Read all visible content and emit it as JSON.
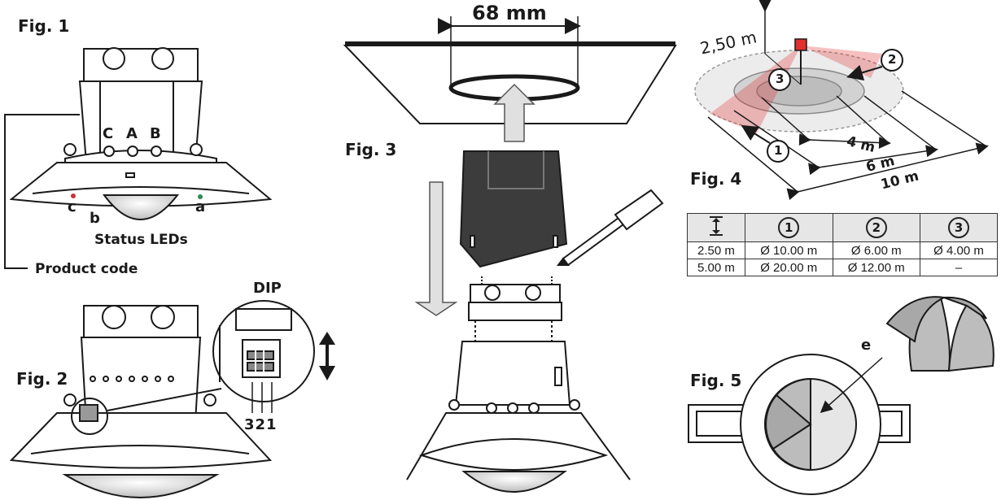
{
  "fig1": {
    "title": "Fig. 1",
    "screw_labels": [
      "C",
      "A",
      "B"
    ],
    "led_labels": [
      "c",
      "b",
      "a"
    ],
    "status_leds": "Status LEDs",
    "product_code": "Product code",
    "led_colors": {
      "c": "#cc3333",
      "a": "#2e8b57"
    }
  },
  "fig2": {
    "title": "Fig. 2",
    "dip_label": "DIP",
    "dip_numbers": "321"
  },
  "fig3": {
    "title": "Fig. 3",
    "dimension": "68 mm"
  },
  "fig4": {
    "title": "Fig. 4",
    "height": "2,50 m",
    "ranges": [
      "4 m",
      "6 m",
      "10 m"
    ],
    "markers": [
      "1",
      "2",
      "3"
    ],
    "accent_color": "#e03030"
  },
  "table": {
    "headers": [
      "",
      "1",
      "2",
      "3"
    ],
    "rows": [
      [
        "2.50 m",
        "Ø 10.00 m",
        "Ø 6.00 m",
        "Ø 4.00 m"
      ],
      [
        "5.00 m",
        "Ø 20.00 m",
        "Ø 12.00 m",
        "–"
      ]
    ]
  },
  "fig5": {
    "title": "Fig. 5",
    "label": "e"
  }
}
